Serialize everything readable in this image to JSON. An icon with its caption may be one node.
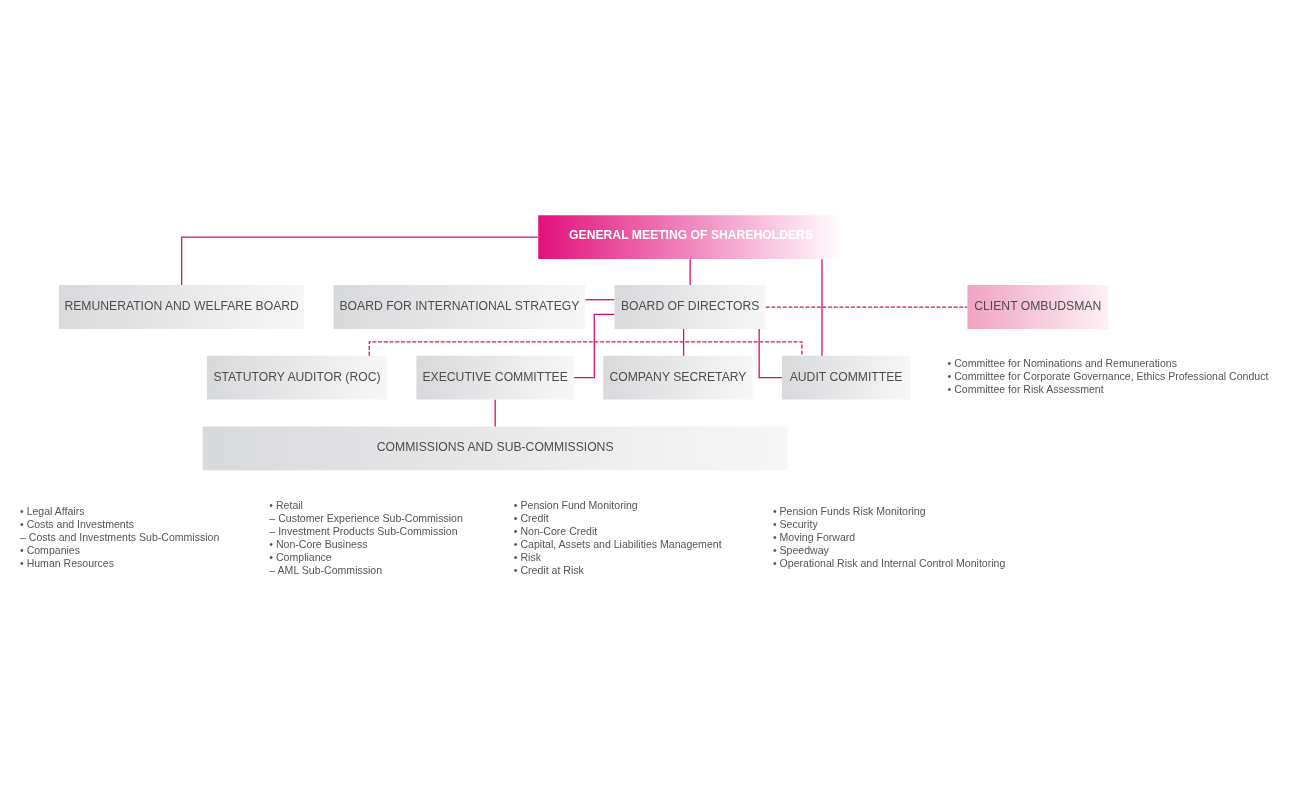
{
  "diagram": {
    "nodes": [
      {
        "text": [
          "GENERAL MEETING OF SHAREHOLDERS"
        ]
      },
      {
        "text": [
          "REMUNERATION AND WELFARE BOARD"
        ]
      },
      {
        "text": [
          "BOARD FOR INTERNATIONAL STRATEGY"
        ]
      },
      {
        "text": [
          "BOARD OF DIRECTORS"
        ]
      },
      {
        "text": [
          "CLIENT OMBUDSMAN"
        ]
      },
      {
        "text": [
          "STATUTORY AUDITOR (ROC)"
        ]
      },
      {
        "text": [
          "AUDIT COMMITTEE"
        ]
      },
      {
        "text": [
          "COMPANY SECRETARY"
        ]
      },
      {
        "text": [
          "EXECUTIVE COMMITTEE"
        ]
      },
      {
        "text": [
          "COMMISSIONS AND SUB-COMMISSIONS"
        ]
      }
    ],
    "edges": [
      {
        "from": 0,
        "to": 3,
        "arrow": "none"
      },
      {
        "from": 0,
        "to": 1,
        "arrow": "none"
      },
      {
        "from": 0,
        "to": 6,
        "arrow": "none"
      },
      {
        "from": 2,
        "to": 3,
        "arrow": "none"
      },
      {
        "from": 3,
        "to": 4,
        "arrow": "none",
        "style": "dashed"
      },
      {
        "from": 3,
        "to": 6,
        "arrow": "none"
      },
      {
        "from": 3,
        "to": 7,
        "arrow": "none"
      },
      {
        "from": 3,
        "to": 8,
        "arrow": "none"
      },
      {
        "from": 5,
        "to": 6,
        "arrow": "none",
        "style": "dashed"
      },
      {
        "from": 8,
        "to": 9,
        "arrow": "none"
      }
    ],
    "labels": [
      "• Committee for Nominations and Remunerations",
      "• Committee for Corporate Governance, Ethics Professional Conduct",
      "• Committee for Risk Assessment",
      "• Legal Affairs",
      "• Costs and Investments",
      "– Costs and Investments Sub-Commission",
      "• Companies",
      "• Human Resources",
      "• Retail",
      "– Customer Experience Sub-Commission",
      "– Investment Products Sub-Commission",
      "• Non-Core Business",
      "• Compliance",
      "– AML Sub-Commission",
      "• Pension Fund Monitoring",
      "• Credit",
      "• Non-Core Credit",
      "• Capital, Assets and Liabilities Management",
      "• Risk",
      "• Credit at Risk",
      "• Pension Funds Risk Monitoring",
      "• Security",
      "• Moving Forward",
      "• Speedway",
      "• Operational Risk and Internal Control Monitoring"
    ]
  }
}
